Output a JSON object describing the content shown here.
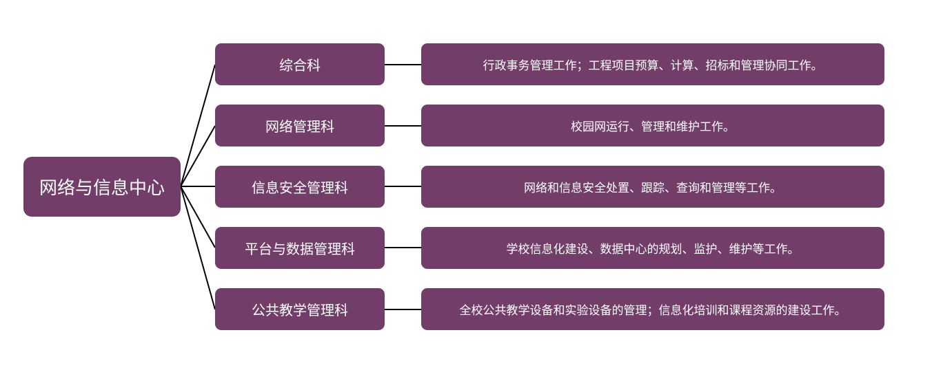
{
  "root": {
    "label": "网络与信息中心"
  },
  "departments": [
    {
      "name": "综合科",
      "duty": "行政事务管理工作；工程项目预算、计算、招标和管理协同工作。"
    },
    {
      "name": "网络管理科",
      "duty": "校园网运行、管理和维护工作。"
    },
    {
      "name": "信息安全管理科",
      "duty": "网络和信息安全处置、跟踪、查询和管理等工作。"
    },
    {
      "name": "平台与数据管理科",
      "duty": "学校信息化建设、数据中心的规划、监护、维护等工作。"
    },
    {
      "name": "公共教学管理科",
      "duty": "全校公共教学设备和实验设备的管理；信息化培训和课程资源的建设工作。"
    }
  ],
  "colors": {
    "node": "#723e69",
    "line": "#000000",
    "text": "#ffffff"
  }
}
